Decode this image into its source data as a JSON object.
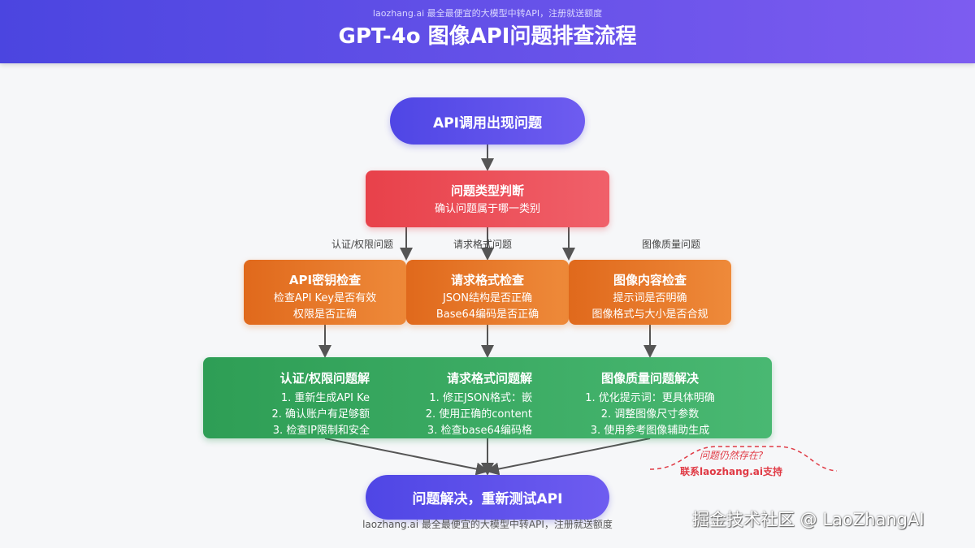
{
  "header": {
    "subtitle": "laozhang.ai 最全最便宜的大模型中转API，注册就送额度",
    "title": "GPT-4o 图像API问题排查流程"
  },
  "start": "API调用出现问题",
  "decision": {
    "title": "问题类型判断",
    "subtitle": "确认问题属于哪一类别"
  },
  "branch_labels": [
    "认证/权限问题",
    "请求格式问题",
    "图像质量问题"
  ],
  "checks": [
    {
      "title": "API密钥检查",
      "lines": [
        "检查API Key是否有效",
        "权限是否正确"
      ]
    },
    {
      "title": "请求格式检查",
      "lines": [
        "JSON结构是否正确",
        "Base64编码是否正确"
      ]
    },
    {
      "title": "图像内容检查",
      "lines": [
        "提示词是否明确",
        "图像格式与大小是否合规"
      ]
    }
  ],
  "solutions": [
    {
      "title": "认证/权限问题解",
      "lines": [
        "1. 重新生成API Ke",
        "2. 确认账户有足够额",
        "3. 检查IP限制和安全"
      ]
    },
    {
      "title": "请求格式问题解",
      "lines": [
        "1. 修正JSON格式：嵌",
        "2. 使用正确的content",
        "3. 检查base64编码格"
      ]
    },
    {
      "title": "图像质量问题解决",
      "lines": [
        "1. 优化提示词：更具体明确",
        "2. 调整图像尺寸参数",
        "3. 使用参考图像辅助生成"
      ]
    }
  ],
  "support": {
    "question": "问题仍然存在?",
    "link": "联系laozhang.ai支持"
  },
  "end": "问题解决，重新测试API",
  "footer": "laozhang.ai 最全最便宜的大模型中转API，注册就送额度",
  "watermark": "掘金技术社区 @ LaoZhangAI",
  "colors": {
    "header": "#4f46e5",
    "decision": "#e8414a",
    "check": "#e97a2b",
    "solution": "#3aab63",
    "support": "#e03a45"
  }
}
